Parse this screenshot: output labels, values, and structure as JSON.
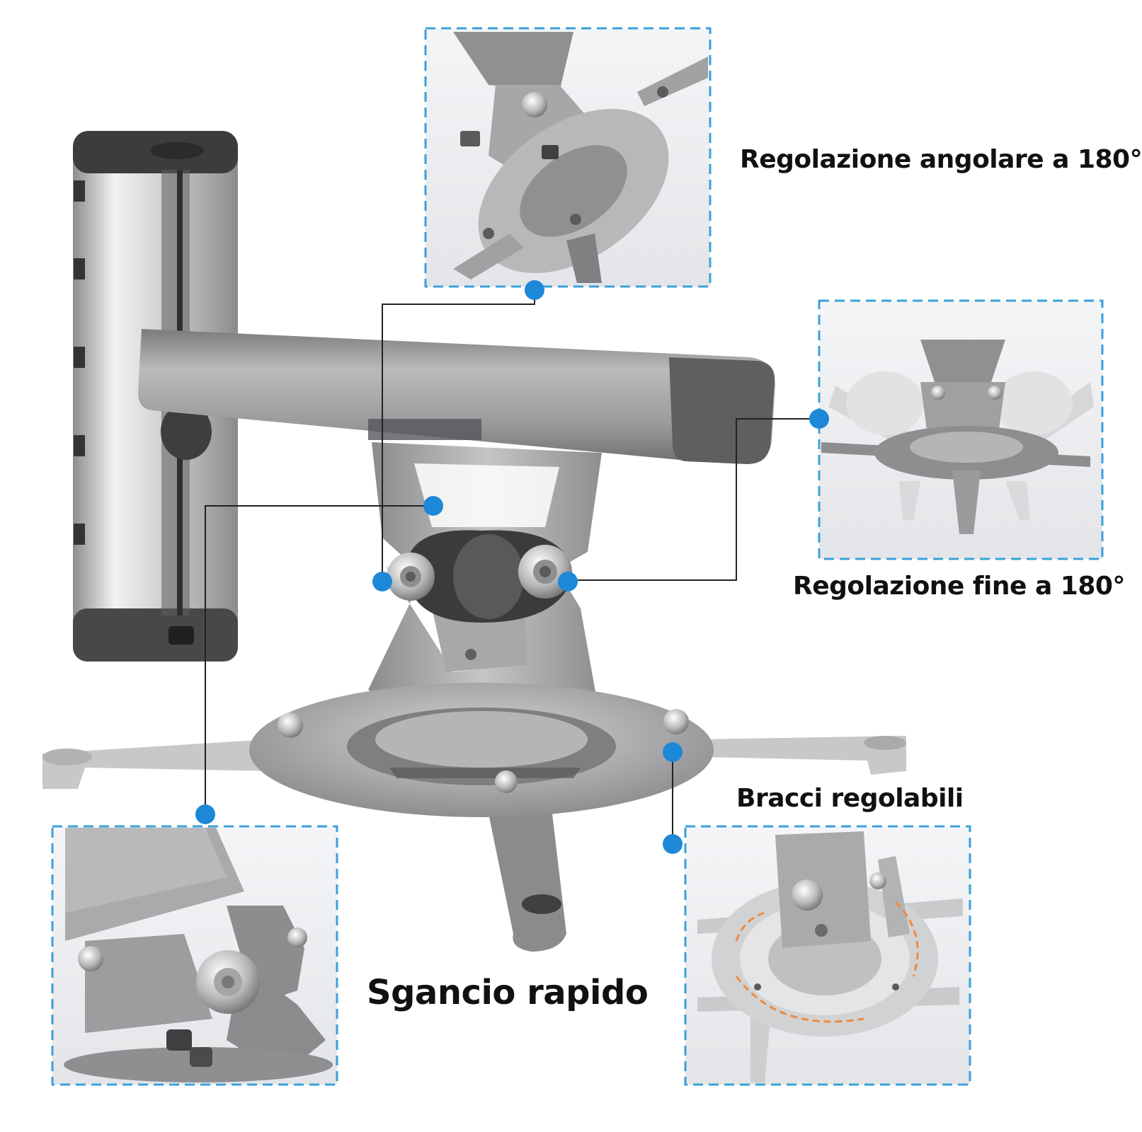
{
  "labels": {
    "angle_adjust": "Regolazione angolare a 180°",
    "fine_adjust": "Regolazione fine a 180°",
    "adjustable_arms": "Bracci regolabili",
    "quick_release": "Sgancio rapido"
  },
  "colors": {
    "callout_dot": "#1e88d8",
    "callout_frame": "#3aa0dc",
    "leader_line": "#222222",
    "metal_dark": "#6f7072",
    "metal_mid": "#9a9b9d",
    "metal_light": "#d9dadb",
    "cap_dark": "#3a3b3d"
  }
}
